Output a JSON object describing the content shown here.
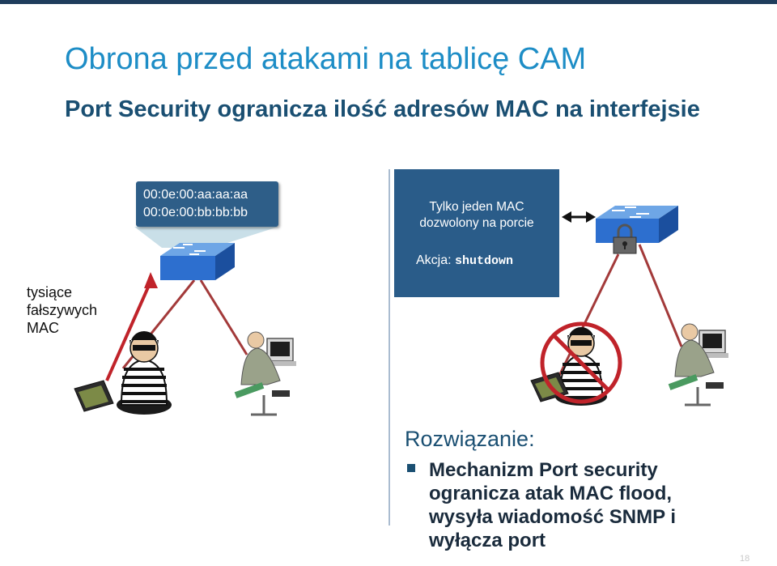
{
  "title": "Obrona przed atakami na tablicę CAM",
  "subtitle": "Port Security ogranicza ilość adresów MAC na interfejsie",
  "mac_table": [
    "00:0e:00:aa:aa:aa",
    "00:0e:00:bb:bb:bb"
  ],
  "info_panel": {
    "line1": "Tylko jeden MAC",
    "line2": "dozwolony na porcie",
    "action_label": "Akcja: ",
    "action_value": "shutdown"
  },
  "left_label": "tysiące fałszywych MAC",
  "solution": {
    "heading": "Rozwiązanie:",
    "bullet": "Mechanizm Port security ogranicza atak MAC flood, wysyła wiadomość SNMP i wyłącza port"
  },
  "page_number": "18",
  "colors": {
    "title": "#1d8dc6",
    "subtitle": "#1a4f72",
    "panel": "#2a5c89",
    "link": "#a33a3a",
    "switch": "#3b7dd8"
  },
  "icons": [
    "switch-icon",
    "padlock-icon",
    "attacker-icon",
    "user-icon",
    "prohibited-icon",
    "double-arrow-icon"
  ]
}
